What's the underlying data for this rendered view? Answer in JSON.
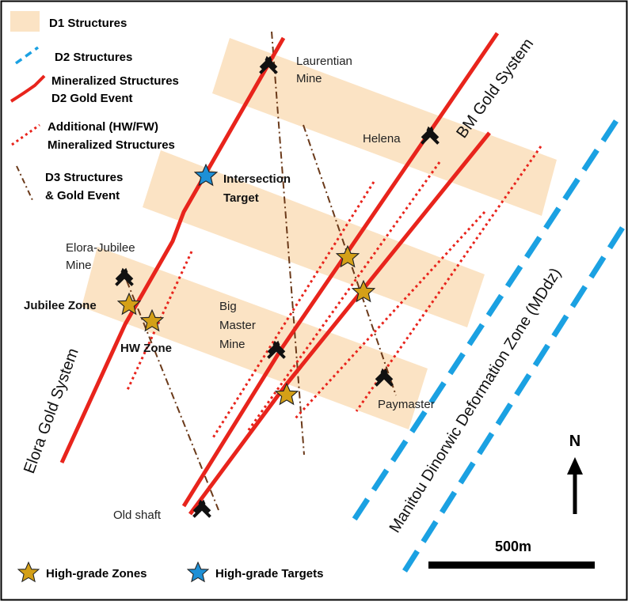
{
  "legend": {
    "d1": "D1 Structures",
    "d2": "D2 Structures",
    "mineralized_l1": "Mineralized Structures",
    "mineralized_l2": "D2 Gold Event",
    "additional_l1": "Additional (HW/FW)",
    "additional_l2": "Mineralized Structures",
    "d3_l1": "D3 Structures",
    "d3_l2": "& Gold Event",
    "high_grade_zones": "High-grade Zones",
    "high_grade_targets": "High-grade Targets"
  },
  "labels": {
    "laurentian_l1": "Laurentian",
    "laurentian_l2": "Mine",
    "helena": "Helena",
    "bm_gold_system": "BM Gold System",
    "intersection_l1": "Intersection",
    "intersection_l2": "Target",
    "elora_jubilee_l1": "Elora-Jubilee",
    "elora_jubilee_l2": "Mine",
    "jubilee_zone": "Jubilee Zone",
    "hw_zone": "HW Zone",
    "big_master_l1": "Big",
    "big_master_l2": "Master",
    "big_master_l3": "Mine",
    "paymaster": "Paymaster",
    "elora_gold_system": "Elora Gold System",
    "manitou": "Manitou Dinorwic Deformation Zone (MDdz)",
    "old_shaft": "Old shaft"
  },
  "north": "N",
  "scale_bar": "500m",
  "colors": {
    "d1_fill": "#fbe3c4",
    "d2_blue": "#1ba1e2",
    "mineralized_red": "#e8241c",
    "d3_brown": "#6b3a1a",
    "zone_star": "#d4a017",
    "target_star": "#1e90d6"
  },
  "icons": {
    "mine": "crossed-hammers-icon",
    "zone": "gold-star-icon",
    "target": "blue-star-icon"
  }
}
